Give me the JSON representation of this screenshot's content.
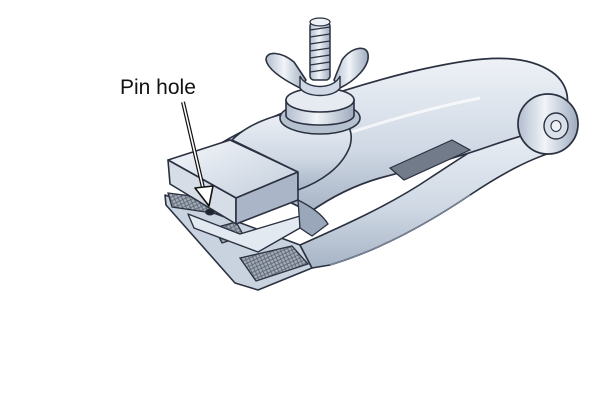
{
  "diagram": {
    "callout": {
      "text": "Pin hole"
    },
    "colors": {
      "background": "#ffffff",
      "steel_light": "#e8edf4",
      "steel_mid": "#c6d0de",
      "steel_dark": "#97a5b9",
      "outline": "#2b3140",
      "knurl": "#7d8796",
      "slot": "#727b89"
    },
    "parts": [
      "hand-vice-body",
      "wing-nut",
      "threaded-stud",
      "upper-jaw",
      "lower-jaw",
      "knurled-jaw-faces",
      "hinge-pivot",
      "pin-hole"
    ]
  }
}
